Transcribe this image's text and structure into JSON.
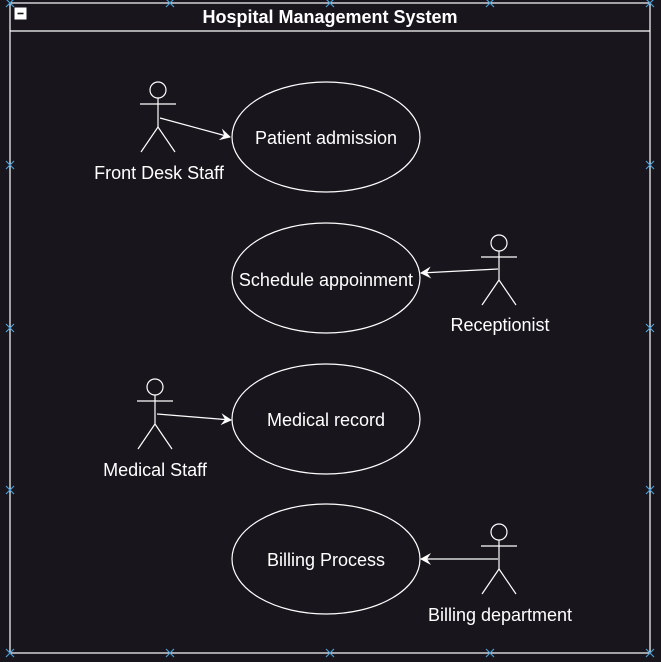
{
  "diagram": {
    "title": "Hospital Management System",
    "colors": {
      "background": "#18161c",
      "stroke": "#ffffff",
      "selection": "#4a9fd8"
    },
    "actors": [
      {
        "id": "front-desk-staff",
        "label": "Front Desk Staff"
      },
      {
        "id": "receptionist",
        "label": "Receptionist"
      },
      {
        "id": "medical-staff",
        "label": "Medical Staff"
      },
      {
        "id": "billing-department",
        "label": "Billing department"
      }
    ],
    "use_cases": [
      {
        "id": "patient-admission",
        "label": "Patient admission"
      },
      {
        "id": "schedule-appointment",
        "label": "Schedule appoinment"
      },
      {
        "id": "medical-record",
        "label": "Medical record"
      },
      {
        "id": "billing-process",
        "label": "Billing Process"
      }
    ],
    "associations": [
      {
        "from": "front-desk-staff",
        "to": "patient-admission"
      },
      {
        "from": "receptionist",
        "to": "schedule-appointment"
      },
      {
        "from": "medical-staff",
        "to": "medical-record"
      },
      {
        "from": "billing-department",
        "to": "billing-process"
      }
    ]
  }
}
